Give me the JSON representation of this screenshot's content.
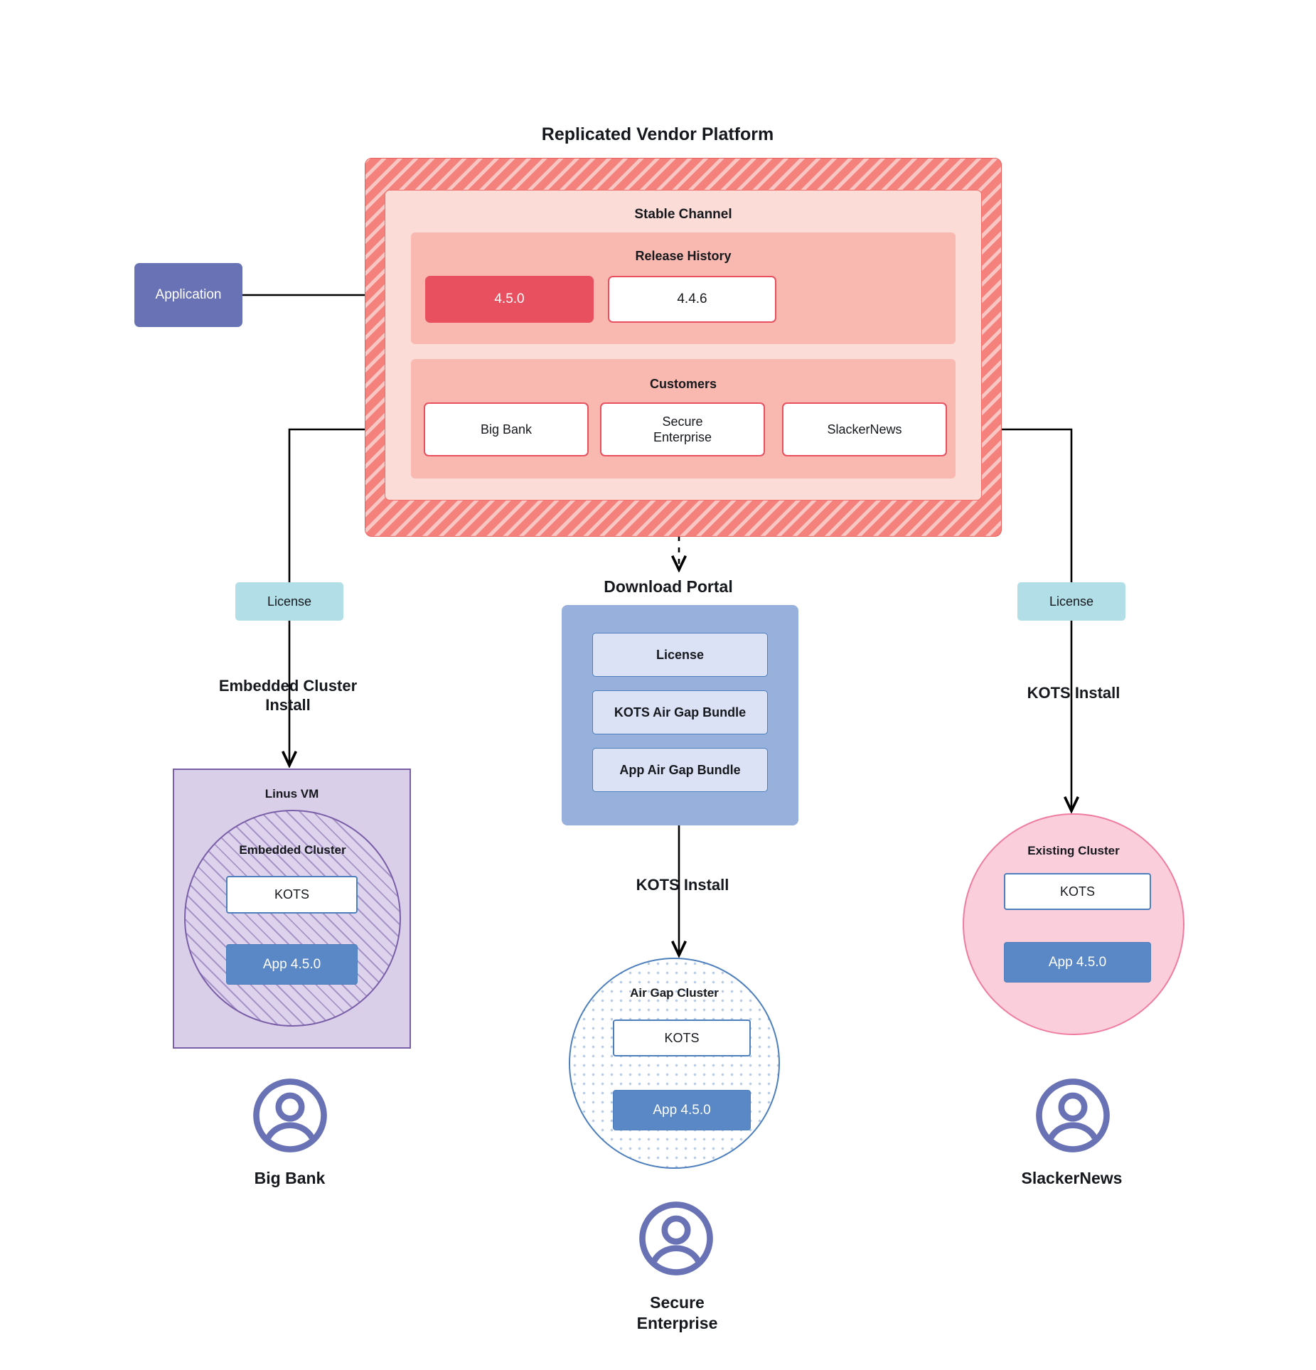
{
  "platform": {
    "title": "Replicated Vendor Platform",
    "stable_channel_label": "Stable Channel",
    "release_history_label": "Release History",
    "releases": [
      {
        "version": "4.5.0",
        "state": "current"
      },
      {
        "version": "4.4.6",
        "state": "previous"
      }
    ],
    "customers_label": "Customers",
    "customers": [
      {
        "name": "Big Bank"
      },
      {
        "name": "Secure\nEnterprise"
      },
      {
        "name": "SlackerNews"
      }
    ]
  },
  "application": {
    "label": "Application"
  },
  "licenses": {
    "left_label": "License",
    "right_label": "License"
  },
  "edges": {
    "embedded_cluster_install": "Embedded Cluster\nInstall",
    "kots_install_right": "KOTS Install",
    "kots_install_middle": "KOTS Install"
  },
  "download_portal": {
    "title": "Download  Portal",
    "items": [
      {
        "label": "License"
      },
      {
        "label": "KOTS Air Gap Bundle"
      },
      {
        "label": "App Air Gap Bundle"
      }
    ]
  },
  "left_branch": {
    "vm_label": "Linus VM",
    "cluster_label": "Embedded Cluster",
    "kots_label": "KOTS",
    "app_label": "App 4.5.0",
    "persona_label": "Big Bank"
  },
  "middle_branch": {
    "cluster_label": "Air Gap Cluster",
    "kots_label": "KOTS",
    "app_label": "App 4.5.0",
    "persona_label": "Secure\nEnterprise"
  },
  "right_branch": {
    "cluster_label": "Existing Cluster",
    "kots_label": "KOTS",
    "app_label": "App 4.5.0",
    "persona_label": "SlackerNews"
  },
  "colors": {
    "platform_hatch": "#f4817c",
    "platform_border": "#e8605e",
    "stable_channel_bg": "#fbdcd7",
    "release_group_bg": "#f9b9b0",
    "release_current": "#e8505f",
    "application_bg": "#6872b5",
    "license_bg": "#b2dfe7",
    "portal_bg": "#97b0dc",
    "portal_item_bg": "#dbe2f6",
    "vm_bg": "#d9cfe9",
    "vm_border": "#7a5fa8",
    "existing_cluster_bg": "#fbcedb",
    "existing_cluster_border": "#ef7ca0",
    "app_box_bg": "#5a87c5",
    "kots_border": "#4d7fbd",
    "persona": "#6872b5"
  }
}
